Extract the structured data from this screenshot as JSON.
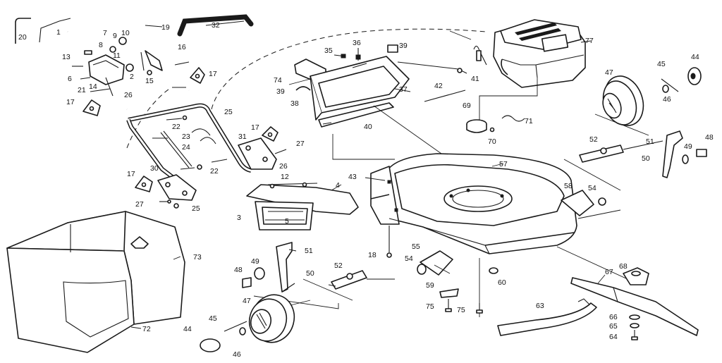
{
  "labels": [
    {
      "id": "20",
      "text": "20"
    },
    {
      "id": "1",
      "text": "1"
    },
    {
      "id": "19",
      "text": "19"
    },
    {
      "id": "32",
      "text": "32"
    },
    {
      "id": "7",
      "text": "7"
    },
    {
      "id": "9",
      "text": "9"
    },
    {
      "id": "10",
      "text": "10"
    },
    {
      "id": "8",
      "text": "8"
    },
    {
      "id": "13",
      "text": "13"
    },
    {
      "id": "16",
      "text": "16"
    },
    {
      "id": "11",
      "text": "11"
    },
    {
      "id": "2",
      "text": "2"
    },
    {
      "id": "6",
      "text": "6"
    },
    {
      "id": "21",
      "text": "21"
    },
    {
      "id": "14",
      "text": "14"
    },
    {
      "id": "15",
      "text": "15"
    },
    {
      "id": "17a",
      "text": "17"
    },
    {
      "id": "26a",
      "text": "26"
    },
    {
      "id": "17b",
      "text": "17"
    },
    {
      "id": "25a",
      "text": "25"
    },
    {
      "id": "22a",
      "text": "22"
    },
    {
      "id": "23",
      "text": "23"
    },
    {
      "id": "24",
      "text": "24"
    },
    {
      "id": "31",
      "text": "31"
    },
    {
      "id": "17c",
      "text": "17"
    },
    {
      "id": "27a",
      "text": "27"
    },
    {
      "id": "26b",
      "text": "26"
    },
    {
      "id": "22b",
      "text": "22"
    },
    {
      "id": "17d",
      "text": "17"
    },
    {
      "id": "30",
      "text": "30"
    },
    {
      "id": "27b",
      "text": "27"
    },
    {
      "id": "25b",
      "text": "25"
    },
    {
      "id": "35",
      "text": "35"
    },
    {
      "id": "36",
      "text": "36"
    },
    {
      "id": "39a",
      "text": "39"
    },
    {
      "id": "74",
      "text": "74"
    },
    {
      "id": "39b",
      "text": "39"
    },
    {
      "id": "38",
      "text": "38"
    },
    {
      "id": "37",
      "text": "37"
    },
    {
      "id": "41",
      "text": "41"
    },
    {
      "id": "42",
      "text": "42"
    },
    {
      "id": "40",
      "text": "40"
    },
    {
      "id": "77",
      "text": "77"
    },
    {
      "id": "44a",
      "text": "44"
    },
    {
      "id": "45a",
      "text": "45"
    },
    {
      "id": "47a",
      "text": "47"
    },
    {
      "id": "46a",
      "text": "46"
    },
    {
      "id": "69",
      "text": "69"
    },
    {
      "id": "71",
      "text": "71"
    },
    {
      "id": "70",
      "text": "70"
    },
    {
      "id": "52a",
      "text": "52"
    },
    {
      "id": "51a",
      "text": "51"
    },
    {
      "id": "48a",
      "text": "48"
    },
    {
      "id": "49a",
      "text": "49"
    },
    {
      "id": "50a",
      "text": "50"
    },
    {
      "id": "43",
      "text": "43"
    },
    {
      "id": "57",
      "text": "57"
    },
    {
      "id": "12",
      "text": "12"
    },
    {
      "id": "4",
      "text": "4"
    },
    {
      "id": "3",
      "text": "3"
    },
    {
      "id": "5",
      "text": "5"
    },
    {
      "id": "58",
      "text": "58"
    },
    {
      "id": "54a",
      "text": "54"
    },
    {
      "id": "73",
      "text": "73"
    },
    {
      "id": "18",
      "text": "18"
    },
    {
      "id": "55",
      "text": "55"
    },
    {
      "id": "54b",
      "text": "54"
    },
    {
      "id": "51b",
      "text": "51"
    },
    {
      "id": "49b",
      "text": "49"
    },
    {
      "id": "48b",
      "text": "48"
    },
    {
      "id": "50b",
      "text": "50"
    },
    {
      "id": "52b",
      "text": "52"
    },
    {
      "id": "60",
      "text": "60"
    },
    {
      "id": "59",
      "text": "59"
    },
    {
      "id": "67",
      "text": "67"
    },
    {
      "id": "68",
      "text": "68"
    },
    {
      "id": "75a",
      "text": "75"
    },
    {
      "id": "75b",
      "text": "75"
    },
    {
      "id": "63",
      "text": "63"
    },
    {
      "id": "47b",
      "text": "47"
    },
    {
      "id": "72",
      "text": "72"
    },
    {
      "id": "66",
      "text": "66"
    },
    {
      "id": "65",
      "text": "65"
    },
    {
      "id": "64",
      "text": "64"
    },
    {
      "id": "44b",
      "text": "44"
    },
    {
      "id": "45b",
      "text": "45"
    },
    {
      "id": "46b",
      "text": "46"
    }
  ]
}
